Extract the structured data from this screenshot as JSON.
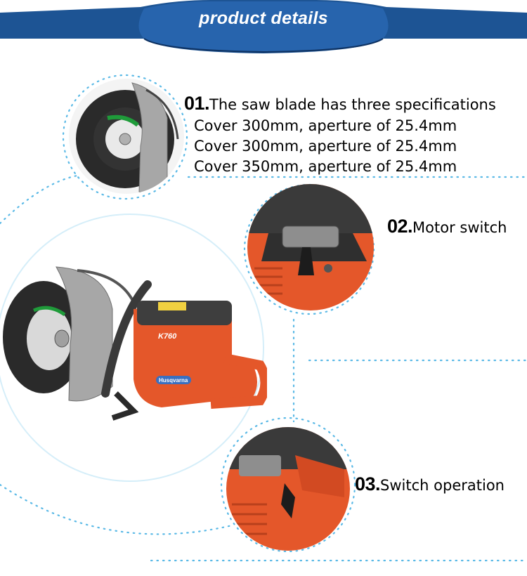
{
  "header": {
    "title": "product details"
  },
  "features": [
    {
      "number": "01.",
      "label": "The saw blade has three specifications",
      "specs": [
        "Cover 300mm, aperture of 25.4mm",
        "Cover 300mm, aperture of 25.4mm",
        "Cover 350mm, aperture of 25.4mm"
      ]
    },
    {
      "number": "02.",
      "label": "Motor switch"
    },
    {
      "number": "03.",
      "label": "Switch operation"
    }
  ],
  "product": {
    "model": "K760",
    "brand": "Husqvarna"
  },
  "colors": {
    "banner": "#1b4f8c",
    "banner_dark": "#123a6b",
    "dots": "#5ab9e6",
    "saw_orange": "#e4572a",
    "blade": "#2a2a2a",
    "guard": "#a7a7a7"
  }
}
